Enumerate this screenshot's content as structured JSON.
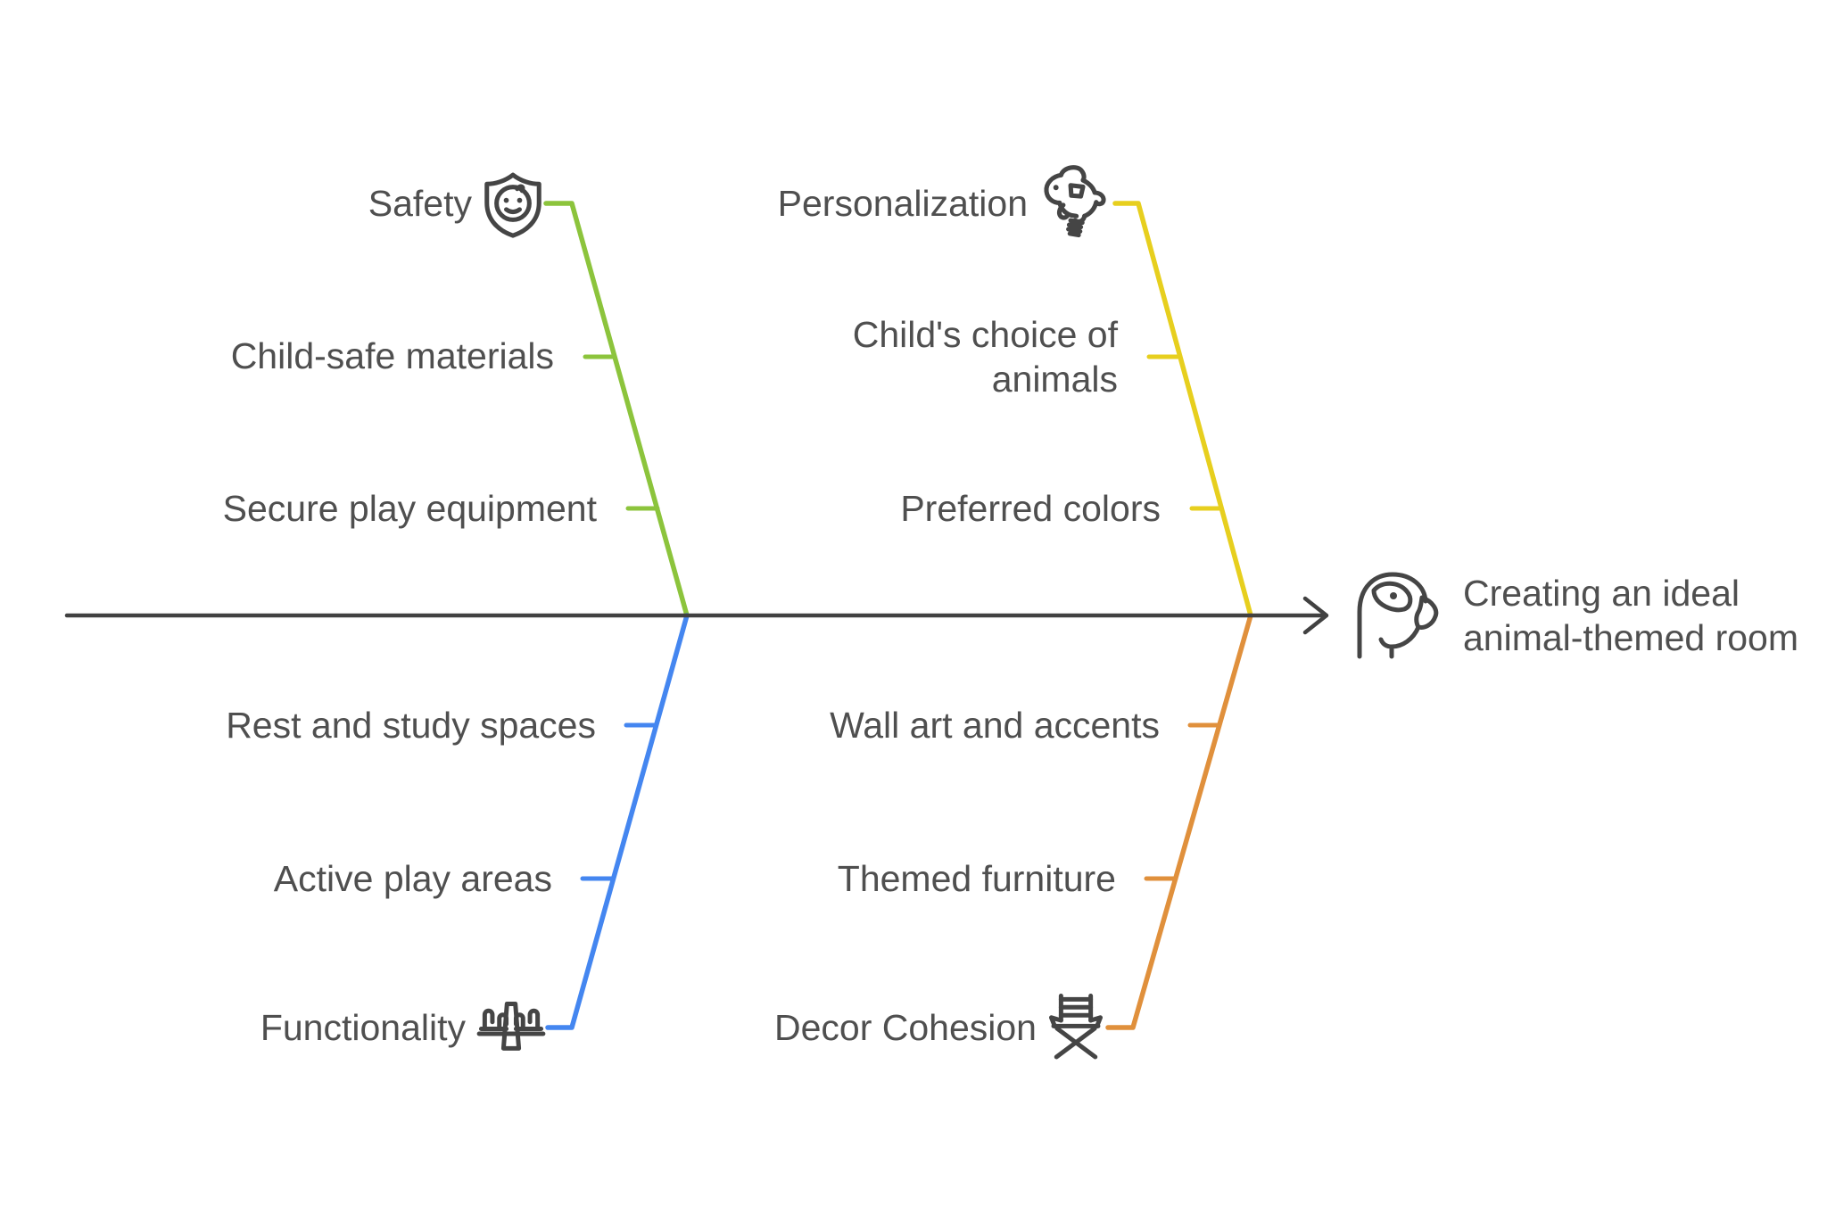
{
  "diagram": {
    "type": "fishbone",
    "effect": {
      "label": "Creating an ideal animal-themed room",
      "icon": "parrot-icon"
    },
    "colors": {
      "spine": "#414141",
      "text": "#4F4F4F",
      "icon": "#454545",
      "background": "#FFFFFF",
      "branch_green": "#8CC43C",
      "branch_yellow": "#E7CF1E",
      "branch_blue": "#4486F0",
      "branch_orange": "#E0903C"
    },
    "branches": [
      {
        "label": "Safety",
        "icon": "baby-shield-icon",
        "color": "#8CC43C",
        "position": "top-left",
        "causes": [
          "Child-safe materials",
          "Secure play equipment"
        ]
      },
      {
        "label": "Personalization",
        "icon": "spring-rocking-horse-icon",
        "color": "#E7CF1E",
        "position": "top-right",
        "causes": [
          "Child's choice of animals",
          "Preferred colors"
        ]
      },
      {
        "label": "Functionality",
        "icon": "seesaw-icon",
        "color": "#4486F0",
        "position": "bottom-left",
        "causes": [
          "Rest and study spaces",
          "Active play areas"
        ]
      },
      {
        "label": "Decor Cohesion",
        "icon": "director-chair-icon",
        "color": "#E0903C",
        "position": "bottom-right",
        "causes": [
          "Wall art and accents",
          "Themed furniture"
        ]
      }
    ]
  }
}
